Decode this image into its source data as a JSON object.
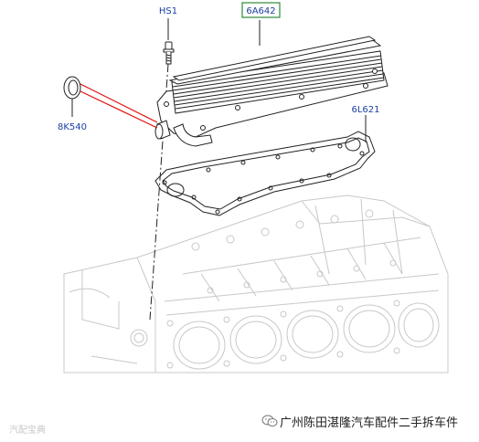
{
  "callouts": {
    "bolt": "HS1",
    "cooler": "6A642",
    "gasket": "6L621",
    "seal": "8K540"
  },
  "footer": {
    "caption": "广州陈田湛隆汽车配件二手拆车件",
    "watermark": "汽配宝典"
  },
  "colors": {
    "callout_text": "#1b3fa3",
    "cooler_box": "#2e8b3a",
    "leader_red": "#e01010",
    "line_art": "#222222",
    "engine_block": "#c8c8c8"
  }
}
